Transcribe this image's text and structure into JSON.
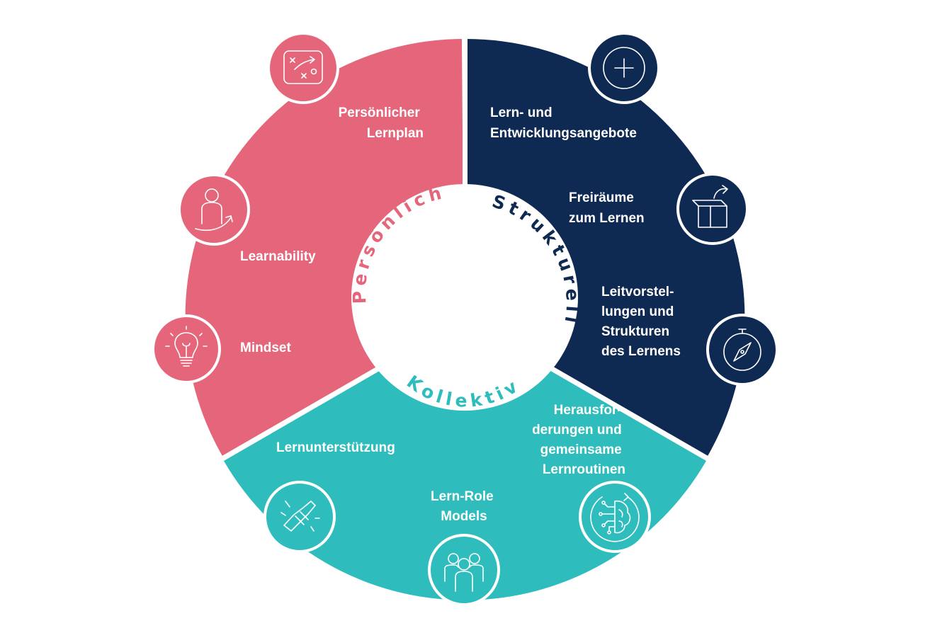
{
  "colors": {
    "personal": "#e5667a",
    "structural": "#0f2a52",
    "collective": "#2ebcbc",
    "background": "#ffffff"
  },
  "ring": {
    "personal": "Persönlich",
    "structural": "Strukturell",
    "collective": "Kollektiv"
  },
  "segments": {
    "personal": {
      "items": [
        {
          "lines": [
            "Persönlicher",
            "Lernplan"
          ],
          "icon": "strategy-board-icon"
        },
        {
          "lines": [
            "Learnability"
          ],
          "icon": "person-growth-icon"
        },
        {
          "lines": [
            "Mindset"
          ],
          "icon": "lightbulb-icon"
        }
      ]
    },
    "structural": {
      "items": [
        {
          "lines": [
            "Lern- und",
            "Entwicklungsangebote"
          ],
          "icon": "plus-icon"
        },
        {
          "lines": [
            "Freiräume",
            "zum Lernen"
          ],
          "icon": "open-box-icon"
        },
        {
          "lines": [
            "Leitvorstel-",
            "lungen und",
            "Strukturen",
            "des Lernens"
          ],
          "icon": "compass-icon"
        }
      ]
    },
    "collective": {
      "items": [
        {
          "lines": [
            "Lernunterstützung"
          ],
          "icon": "handshake-icon"
        },
        {
          "lines": [
            "Lern-Role",
            "Models"
          ],
          "icon": "people-group-icon"
        },
        {
          "lines": [
            "Herausfor-",
            "derungen und",
            "gemeinsame",
            "Lernroutinen"
          ],
          "icon": "brain-circuit-icon"
        }
      ]
    }
  }
}
